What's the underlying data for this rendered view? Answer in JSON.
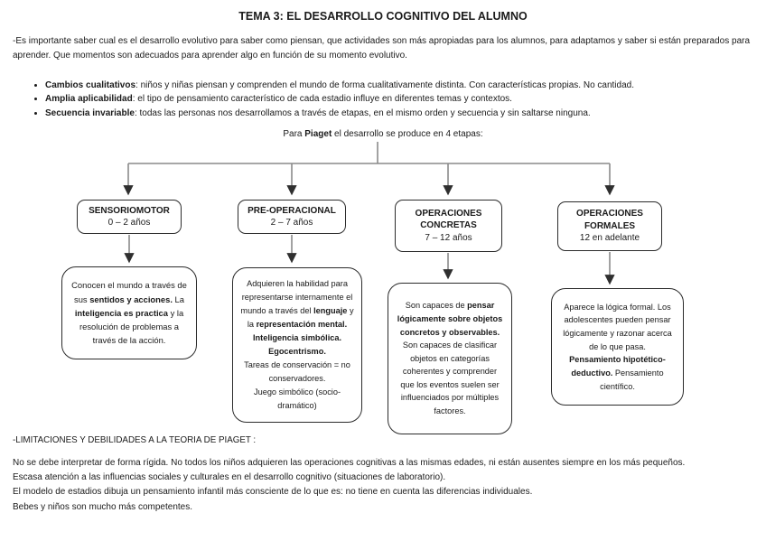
{
  "title": "TEMA 3: EL DESARROLLO COGNITIVO DEL ALUMNO",
  "intro": "-Es importante saber cual es el desarrollo evolutivo para saber como piensan, que actividades son más apropiadas para los alumnos, para adaptamos y saber si están preparados para aprender. Que momentos son adecuados para aprender algo en función de su momento evolutivo.",
  "bullets": [
    {
      "lead": "Cambios cualitativos",
      "rest": ": niños y niñas piensan y comprenden el mundo de forma cualitativamente distinta. Con características propias. No cantidad."
    },
    {
      "lead": "Amplia aplicabilidad",
      "rest": ": el tipo de pensamiento característico de cada estadio influye en diferentes temas y contextos."
    },
    {
      "lead": "Secuencia invariable",
      "rest": ": todas las personas nos desarrollamos a través de etapas, en el mismo orden y secuencia y sin saltarse ninguna."
    }
  ],
  "diagram": {
    "caption": [
      {
        "t": "Para "
      },
      {
        "t": "Piaget",
        "b": 1
      },
      {
        "t": " el desarrollo se produce en 4 etapas:"
      }
    ],
    "stages": [
      {
        "name": "SENSORIOMOTOR",
        "age": "0 – 2 años",
        "desc": [
          {
            "t": "Conocen el mundo a través de sus "
          },
          {
            "t": "sentidos y acciones.",
            "b": 1
          },
          {
            "t": " La "
          },
          {
            "t": "inteligencia es practica",
            "b": 1
          },
          {
            "t": " y la resolución de problemas a través de la acción."
          }
        ]
      },
      {
        "name": "PRE-OPERACIONAL",
        "age": "2 – 7 años",
        "desc": [
          {
            "t": "Adquieren la habilidad para representarse internamente el mundo a través del "
          },
          {
            "t": "lenguaje",
            "b": 1
          },
          {
            "t": " y la "
          },
          {
            "t": "representación mental. Inteligencia simbólica. Egocentrismo.",
            "b": 1
          },
          {
            "br": 1
          },
          {
            "t": "Tareas de conservación = no conservadores."
          },
          {
            "br": 1
          },
          {
            "t": "Juego simbólico (socio-dramático)"
          }
        ]
      },
      {
        "name": "OPERACIONES CONCRETAS",
        "age": "7 – 12 años",
        "desc": [
          {
            "t": "Son capaces de "
          },
          {
            "t": "pensar lógicamente sobre objetos concretos y observables.",
            "b": 1
          },
          {
            "br": 1
          },
          {
            "t": "Son capaces de clasificar objetos en categorías coherentes y comprender que los eventos suelen ser influenciados por múltiples factores."
          }
        ]
      },
      {
        "name": "OPERACIONES FORMALES",
        "age": "12 en adelante",
        "desc": [
          {
            "t": "Aparece la lógica formal. Los adolescentes pueden pensar lógicamente y razonar acerca de lo que pasa."
          },
          {
            "br": 1
          },
          {
            "t": "Pensamiento hipotético-deductivo.",
            "b": 1
          },
          {
            "t": " Pensamiento científico."
          }
        ]
      }
    ]
  },
  "limitations": {
    "heading": "-LIMITACIONES Y DEBILIDADES A LA TEORIA DE PIAGET :",
    "lines": [
      "No se debe interpretar de forma rígida. No todos los niños adquieren las operaciones cognitivas a las mismas edades, ni están ausentes siempre en los más pequeños.",
      "Escasa atención a las influencias sociales y culturales en el desarrollo cognitivo (situaciones de laboratorio).",
      "El modelo de estadios dibuja un pensamiento infantil más consciente de lo que es: no tiene en cuenta las diferencias individuales.",
      "Bebes y niños son mucho más competentes."
    ]
  },
  "colors": {
    "ink": "#1a1a1a",
    "box_border": "#2b2b2b",
    "connector_gray": "#8a8a8a"
  }
}
